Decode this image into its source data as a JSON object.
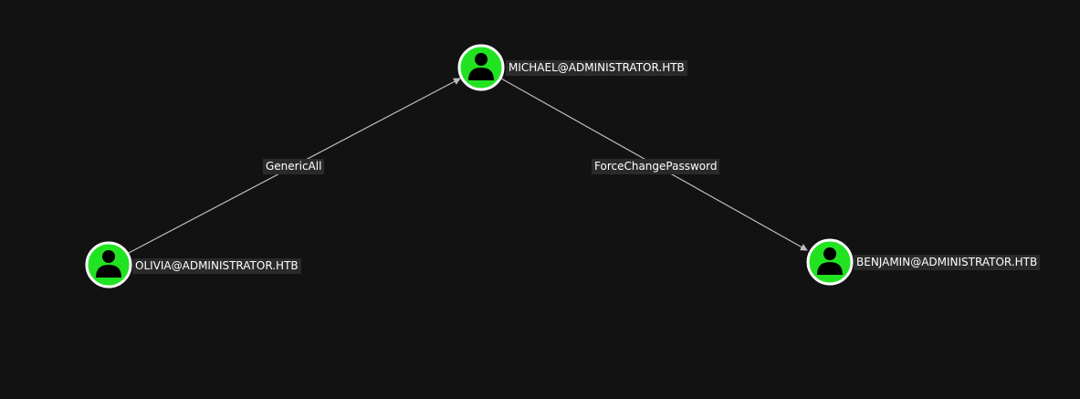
{
  "graph": {
    "nodes": [
      {
        "id": "michael",
        "label": "MICHAEL@ADMINISTRATOR.HTB",
        "icon": "user-icon"
      },
      {
        "id": "olivia",
        "label": "OLIVIA@ADMINISTRATOR.HTB",
        "icon": "user-icon"
      },
      {
        "id": "benjamin",
        "label": "BENJAMIN@ADMINISTRATOR.HTB",
        "icon": "user-icon"
      }
    ],
    "edges": [
      {
        "from": "olivia",
        "to": "michael",
        "label": "GenericAll"
      },
      {
        "from": "michael",
        "to": "benjamin",
        "label": "ForceChangePassword"
      }
    ]
  },
  "colors": {
    "background": "#121212",
    "node_fill": "#22e322",
    "node_border": "#ffffff",
    "edge": "#bdbdbd",
    "label_bg": "#2a2a2a",
    "label_text": "#ffffff"
  }
}
